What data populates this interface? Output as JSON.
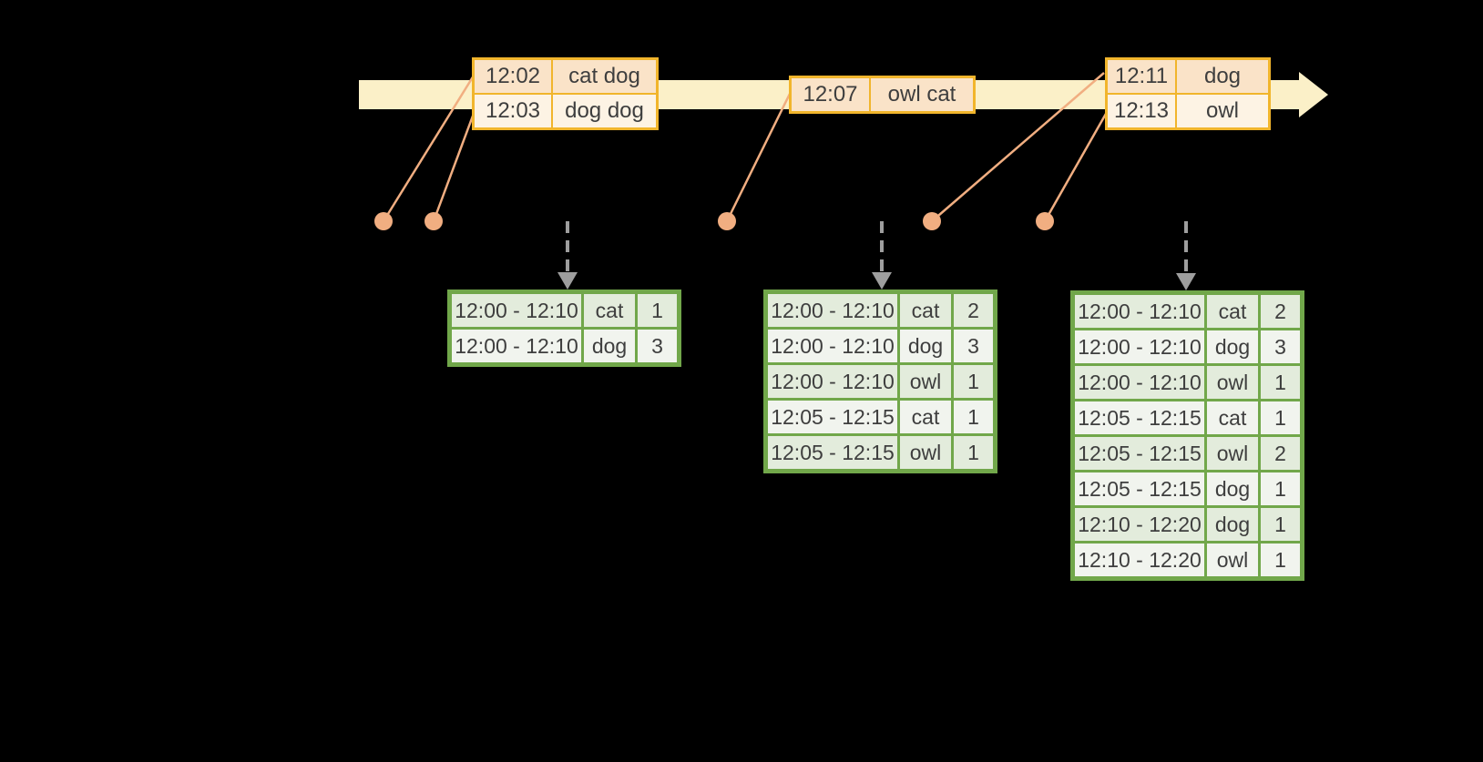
{
  "colors": {
    "background": "#000000",
    "timeline_fill": "#FBF0C8",
    "event_border": "#F1B52C",
    "event_row_odd": "#FAE3C8",
    "event_row_even": "#FDF3E4",
    "result_border": "#71A74A",
    "result_row_odd": "#E3ECDC",
    "result_row_even": "#F1F4EE",
    "connector": "#F1AE81",
    "trigger_arrow": "#9E9E9E",
    "text": "#3E3E3E"
  },
  "event_tables": [
    {
      "rows": [
        [
          "12:02",
          "cat dog"
        ],
        [
          "12:03",
          "dog dog"
        ]
      ]
    },
    {
      "rows": [
        [
          "12:07",
          "owl cat"
        ]
      ]
    },
    {
      "rows": [
        [
          "12:11",
          "dog"
        ],
        [
          "12:13",
          "owl"
        ]
      ]
    }
  ],
  "result_tables": [
    {
      "rows": [
        [
          "12:00 - 12:10",
          "cat",
          "1"
        ],
        [
          "12:00 - 12:10",
          "dog",
          "3"
        ]
      ]
    },
    {
      "rows": [
        [
          "12:00 - 12:10",
          "cat",
          "2"
        ],
        [
          "12:00 - 12:10",
          "dog",
          "3"
        ],
        [
          "12:00 - 12:10",
          "owl",
          "1"
        ],
        [
          "12:05 - 12:15",
          "cat",
          "1"
        ],
        [
          "12:05 - 12:15",
          "owl",
          "1"
        ]
      ]
    },
    {
      "rows": [
        [
          "12:00 - 12:10",
          "cat",
          "2"
        ],
        [
          "12:00 - 12:10",
          "dog",
          "3"
        ],
        [
          "12:00 - 12:10",
          "owl",
          "1"
        ],
        [
          "12:05 - 12:15",
          "cat",
          "1"
        ],
        [
          "12:05 - 12:15",
          "owl",
          "2"
        ],
        [
          "12:05 - 12:15",
          "dog",
          "1"
        ],
        [
          "12:10 - 12:20",
          "dog",
          "1"
        ],
        [
          "12:10 - 12:20",
          "owl",
          "1"
        ]
      ]
    }
  ]
}
